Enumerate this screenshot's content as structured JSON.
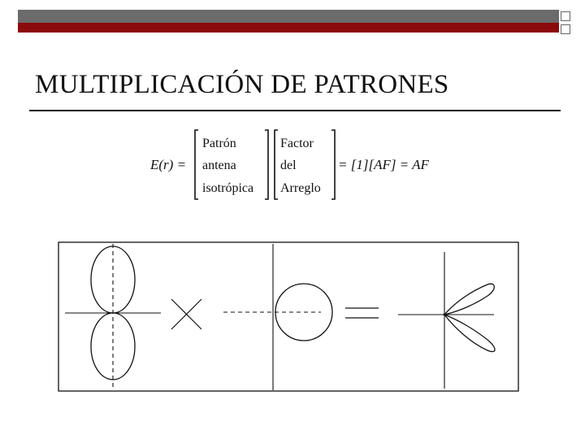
{
  "slide": {
    "title": "MULTIPLICACIÓN DE PATRONES",
    "colors": {
      "accent_red": "#8b0a0a",
      "accent_grey": "#6b6b6b",
      "ink": "#111111"
    }
  },
  "equation": {
    "lhs": "E(r) =",
    "bracket1": [
      "Patrón",
      "antena",
      "isotrópica"
    ],
    "bracket2": [
      "Factor",
      "del",
      "Arreglo"
    ],
    "rhs": "= [1][AF] = AF"
  },
  "diagram": {
    "operators": {
      "times": "×",
      "equals": "="
    },
    "panels": [
      "dipole-figure-eight-pattern",
      "isotropic-circle-pattern",
      "array-two-lobe-pattern"
    ]
  }
}
